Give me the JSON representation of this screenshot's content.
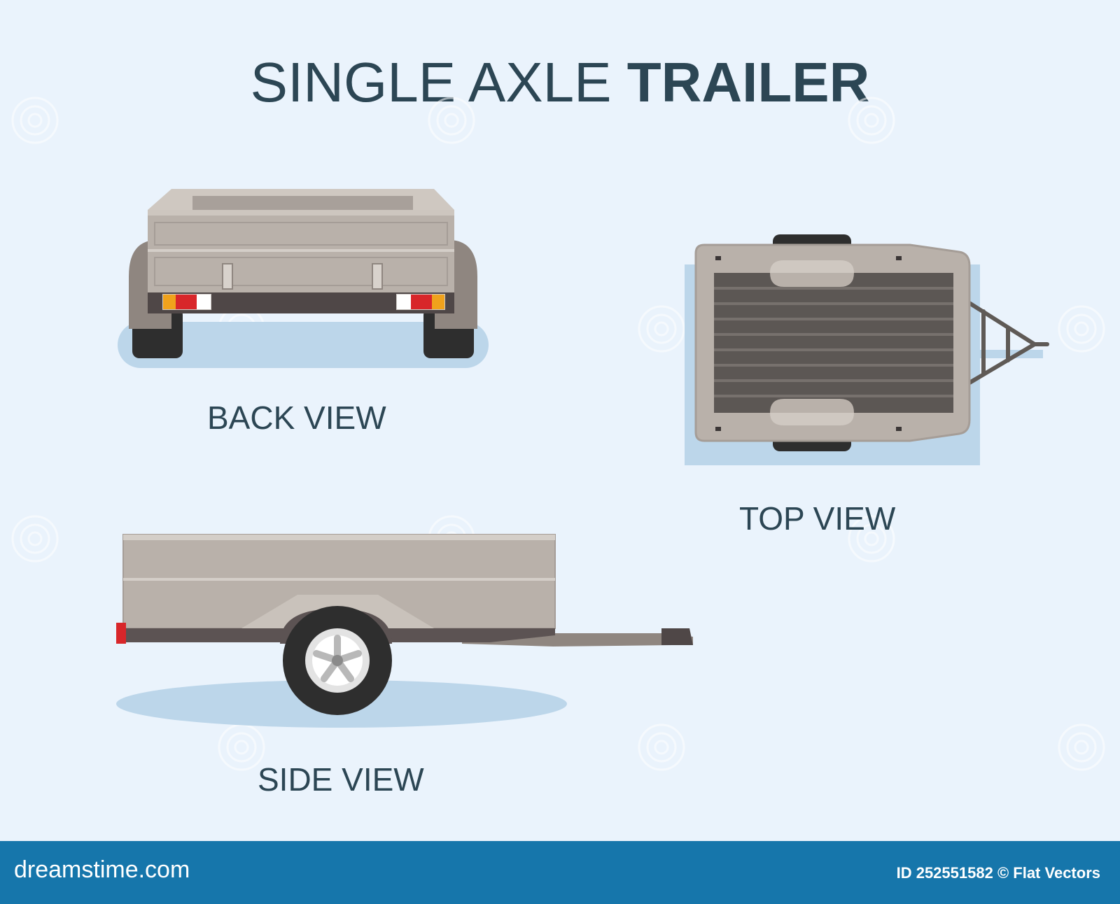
{
  "title": {
    "part1": "SINGLE AXLE",
    "part2": "TRAILER"
  },
  "views": {
    "back": "BACK VIEW",
    "top": "TOP VIEW",
    "side": "SIDE VIEW"
  },
  "footer": {
    "site": "dreamstime.com",
    "image_id": "ID 252551582",
    "author": "© Flat Vectors"
  },
  "colors": {
    "background": "#eaf3fc",
    "footer": "#1676ab",
    "body_metal": "#b9b1aa",
    "shadow": "#bcd6ea",
    "text": "#2c4654"
  }
}
